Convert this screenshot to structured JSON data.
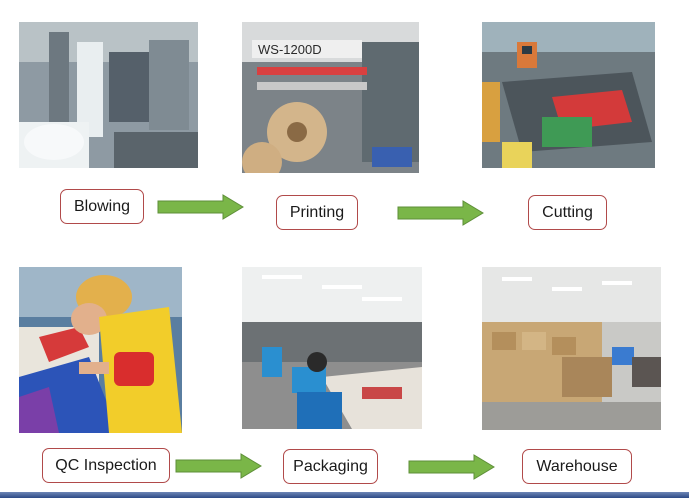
{
  "steps": [
    {
      "label": "Blowing",
      "photo": "film-blowing-machine-photo"
    },
    {
      "label": "Printing",
      "photo": "printing-press-photo",
      "machine_text": "WS-1200D"
    },
    {
      "label": "Cutting",
      "photo": "bag-cutting-machine-photo"
    },
    {
      "label": "QC Inspection",
      "photo": "worker-inspecting-bags-photo"
    },
    {
      "label": "Packaging",
      "photo": "packaging-line-photo"
    },
    {
      "label": "Warehouse",
      "photo": "warehouse-cartons-photo"
    }
  ],
  "flow": "left-to-right arrows between steps in each row",
  "colors": {
    "label_border": "#b14a4a",
    "arrow_fill": "#7ab648",
    "arrow_stroke": "#5e8f38",
    "bottom_rule": "#2d4a86"
  }
}
